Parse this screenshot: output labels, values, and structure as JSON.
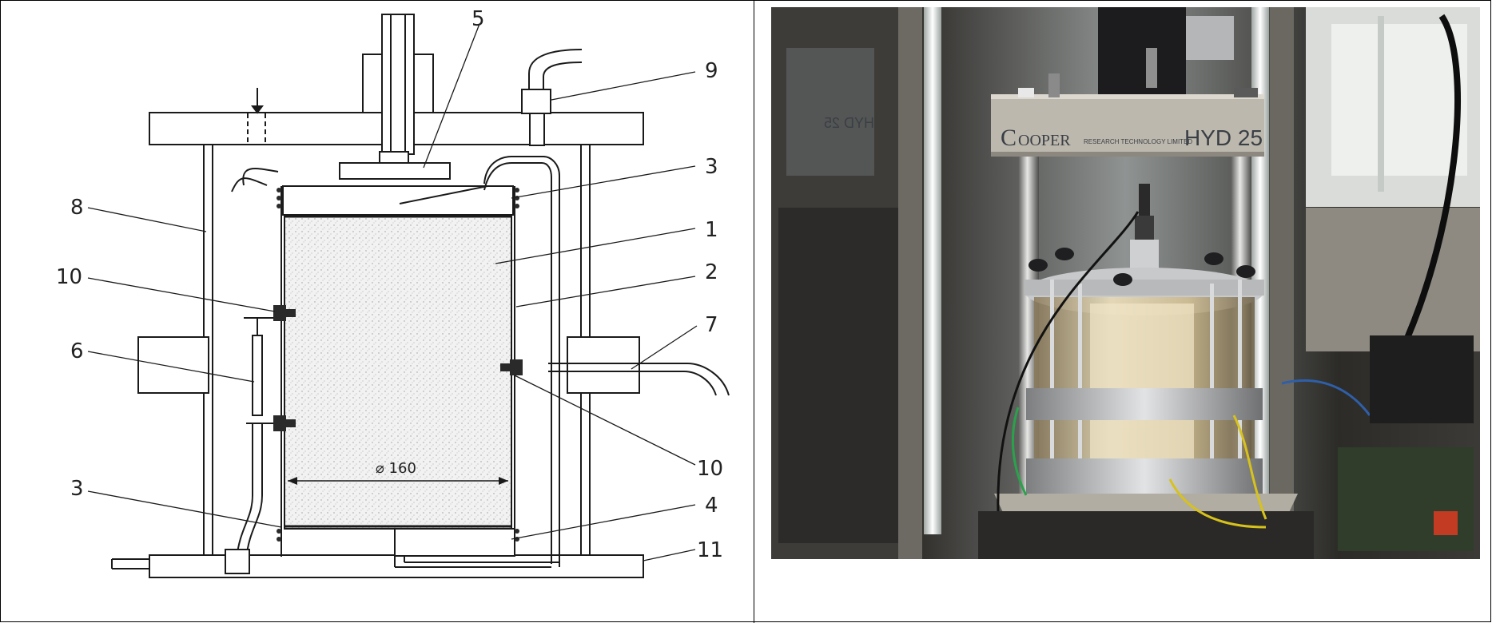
{
  "diagram": {
    "dimension_label": "⌀ 160",
    "labels": {
      "l1": "1",
      "l2": "2",
      "l3a": "3",
      "l3b": "3",
      "l4": "4",
      "l5": "5",
      "l6": "6",
      "l7": "7",
      "l8": "8",
      "l9": "9",
      "l10a": "10",
      "l10b": "10",
      "l11": "11"
    }
  },
  "photo": {
    "brand_cooper_big": "C",
    "brand_cooper_rest": "OOPER",
    "brand_sub": "RESEARCH TECHNOLOGY LIMITED",
    "brand_model": "HYD  25",
    "reflection_text": "HYD 25"
  },
  "colors": {
    "line": "#1a1a1a",
    "sample_fill": "#eaeaea",
    "photo_bg": "#3b3a37",
    "panel_plate": "#b9b4aa"
  }
}
